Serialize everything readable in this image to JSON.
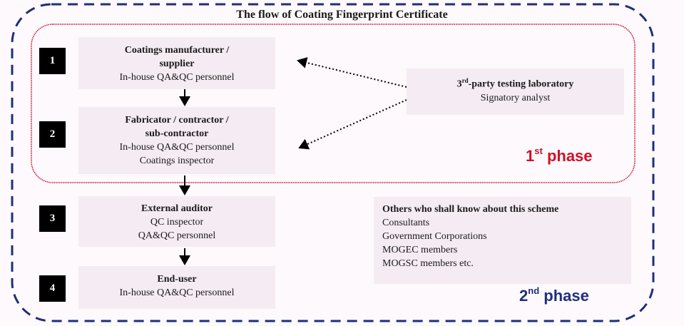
{
  "title": "The flow of Coating Fingerprint Certificate",
  "steps": [
    {
      "number": "1",
      "heading": [
        "Coatings manufacturer /",
        "supplier"
      ],
      "lines": [
        "In-house QA&QC personnel"
      ]
    },
    {
      "number": "2",
      "heading": [
        "Fabricator / contractor /",
        "sub-contractor"
      ],
      "lines": [
        "In-house QA&QC personnel",
        "Coatings inspector"
      ]
    },
    {
      "number": "3",
      "heading": [
        "External auditor"
      ],
      "lines": [
        "QC inspector",
        "QA&QC personnel"
      ]
    },
    {
      "number": "4",
      "heading": [
        "End-user"
      ],
      "lines": [
        "In-house QA&QC personnel"
      ]
    }
  ],
  "lab": {
    "prefix": "3",
    "sup": "rd",
    "heading_rest": "-party testing laboratory",
    "line": "Signatory analyst"
  },
  "others": {
    "heading": "Others who shall know about this scheme",
    "items": [
      "Consultants",
      "Government Corporations",
      "MOGEC members",
      "MOGSC members etc."
    ]
  },
  "phase1": {
    "num": "1",
    "sup": "st",
    "label": "phase",
    "color": "#d0102a"
  },
  "phase2": {
    "num": "2",
    "sup": "nd",
    "label": "phase",
    "color": "#1f2f7a"
  }
}
